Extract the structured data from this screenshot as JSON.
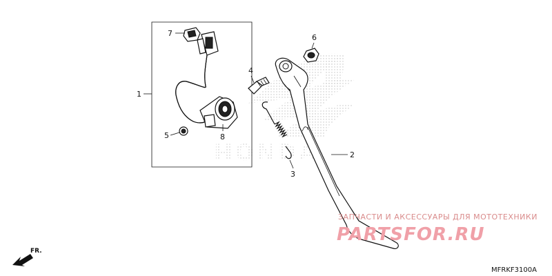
{
  "callouts": {
    "p1": "1",
    "p2": "2",
    "p3": "3",
    "p4": "4",
    "p5": "5",
    "p6": "6",
    "p7": "7",
    "p8": "8"
  },
  "direction_label": "FR.",
  "diagram_code": "MFRKF3100A",
  "watermark": {
    "tagline": "ЗАПЧАСТИ И АКСЕССУАРЫ ДЛЯ МОТОТЕХНИКИ",
    "brand": "PARTSFOR.RU"
  },
  "colors": {
    "line": "#111111",
    "watermark": "#f0a0a8",
    "honda_bg": "#bbbbbb"
  }
}
